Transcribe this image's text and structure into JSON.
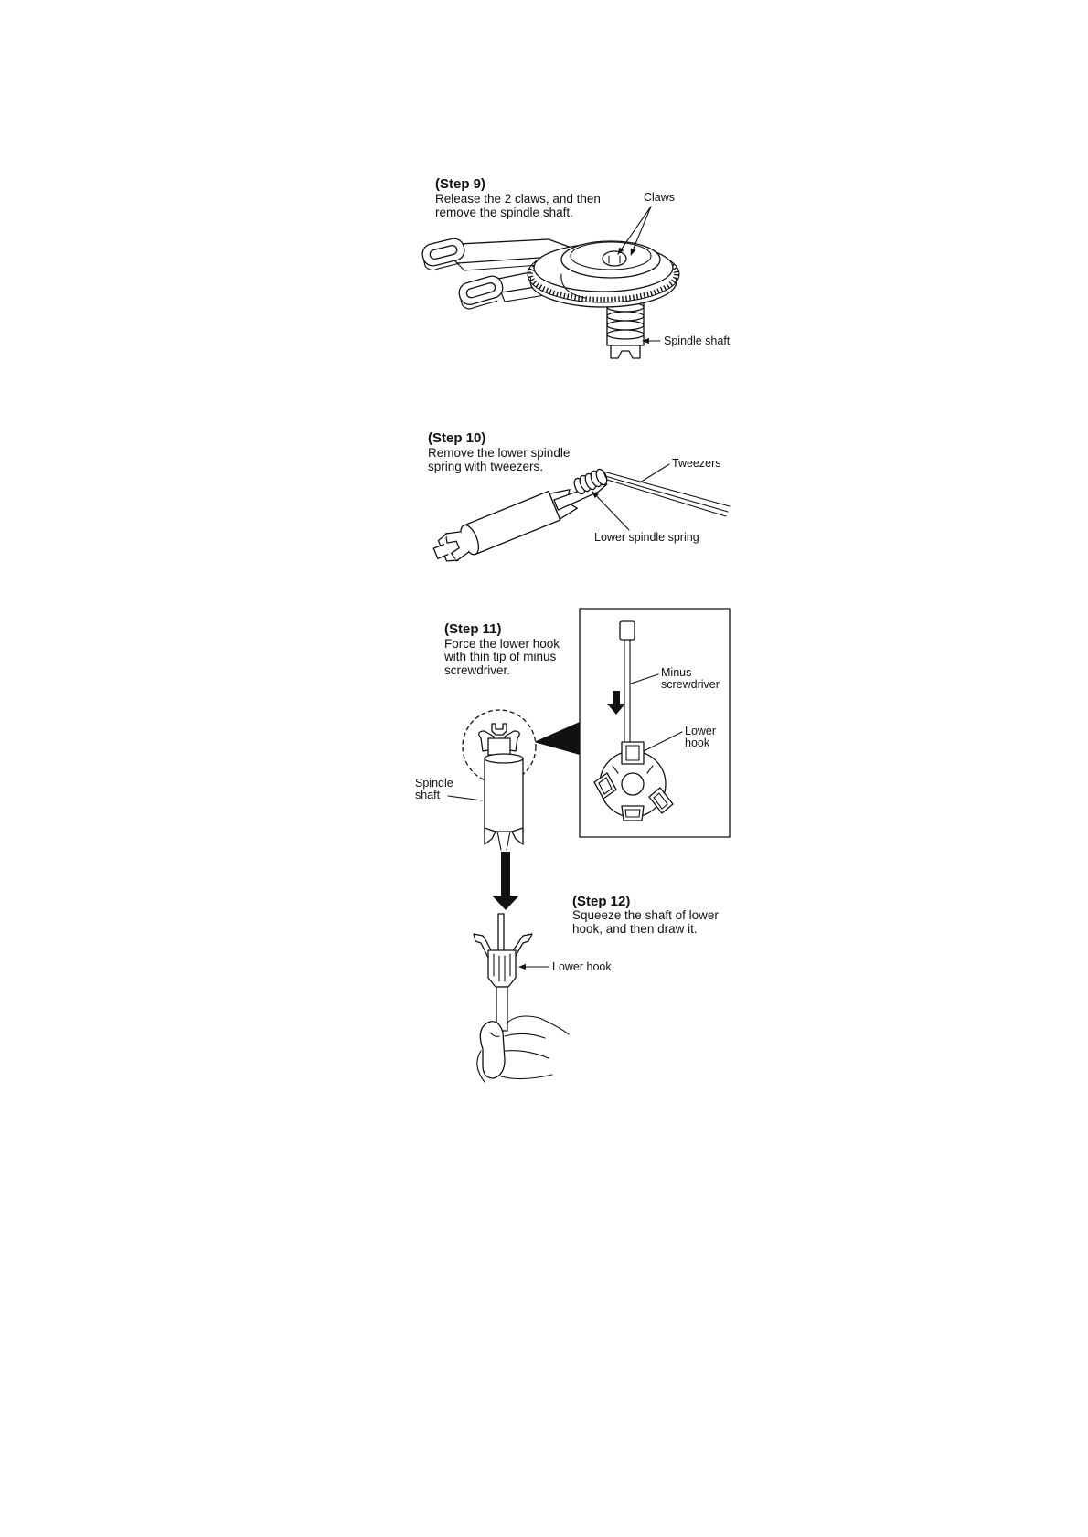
{
  "steps": [
    {
      "title": "(Step 9)",
      "lines": [
        "Release the 2 claws, and then",
        "remove the spindle shaft."
      ],
      "callouts": {
        "claws": "Claws",
        "spindle_shaft": "Spindle shaft"
      }
    },
    {
      "title": "(Step 10)",
      "lines": [
        "Remove the lower spindle",
        "spring with tweezers."
      ],
      "callouts": {
        "tweezers": "Tweezers",
        "lower_spindle_spring": "Lower spindle spring"
      }
    },
    {
      "title": "(Step 11)",
      "lines": [
        "Force the lower hook",
        "with thin tip of minus",
        "screwdriver."
      ],
      "callouts": {
        "minus_screwdriver": [
          "Minus",
          "screwdriver"
        ],
        "lower_hook": [
          "Lower",
          "hook"
        ],
        "spindle_shaft": [
          "Spindle",
          "shaft"
        ]
      }
    },
    {
      "title": "(Step 12)",
      "lines": [
        "Squeeze the shaft of lower",
        "hook, and then draw it."
      ],
      "callouts": {
        "lower_hook": "Lower hook"
      }
    }
  ]
}
